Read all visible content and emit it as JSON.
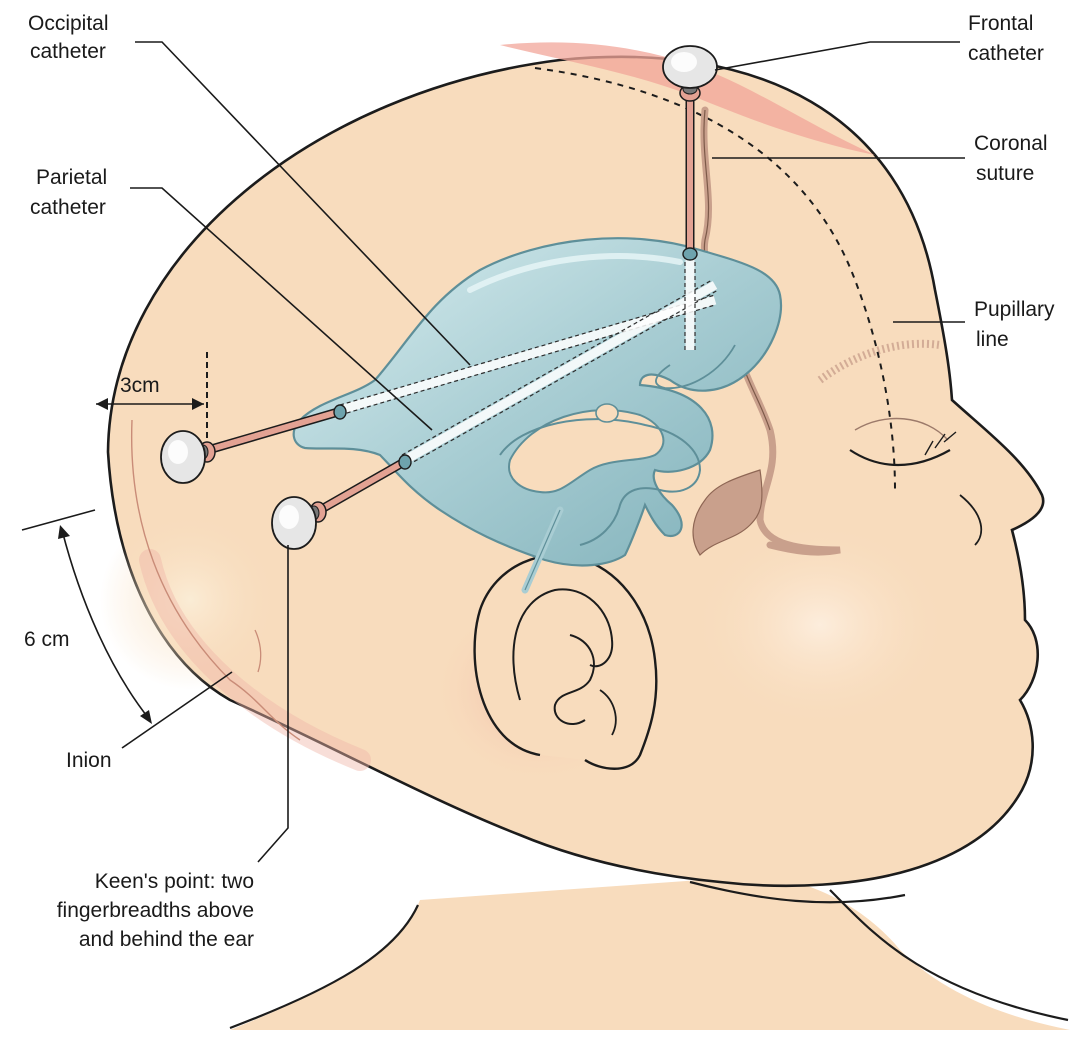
{
  "labels": {
    "occipital_catheter": [
      "Occipital",
      "catheter"
    ],
    "parietal_catheter": [
      "Parietal",
      "catheter"
    ],
    "frontal_catheter": [
      "Frontal",
      "catheter"
    ],
    "coronal_suture": [
      "Coronal",
      "suture"
    ],
    "pupillary_line": [
      "Pupillary",
      "line"
    ],
    "distance_3cm": "3cm",
    "distance_6cm": "6 cm",
    "inion": "Inion",
    "keens_point": [
      "Keen's point: two",
      "fingerbreadths above",
      "and behind the ear"
    ]
  },
  "colors": {
    "skin": "#f8dcbd",
    "skin_outline": "#1c1c1c",
    "ventricle": "#a9cdd3",
    "ventricle_dark": "#6ea3ad",
    "catheter": "#e3a293",
    "vessel": "#c9a08c",
    "cap": "#e6e6e6",
    "blush": "#f0b6a8"
  }
}
